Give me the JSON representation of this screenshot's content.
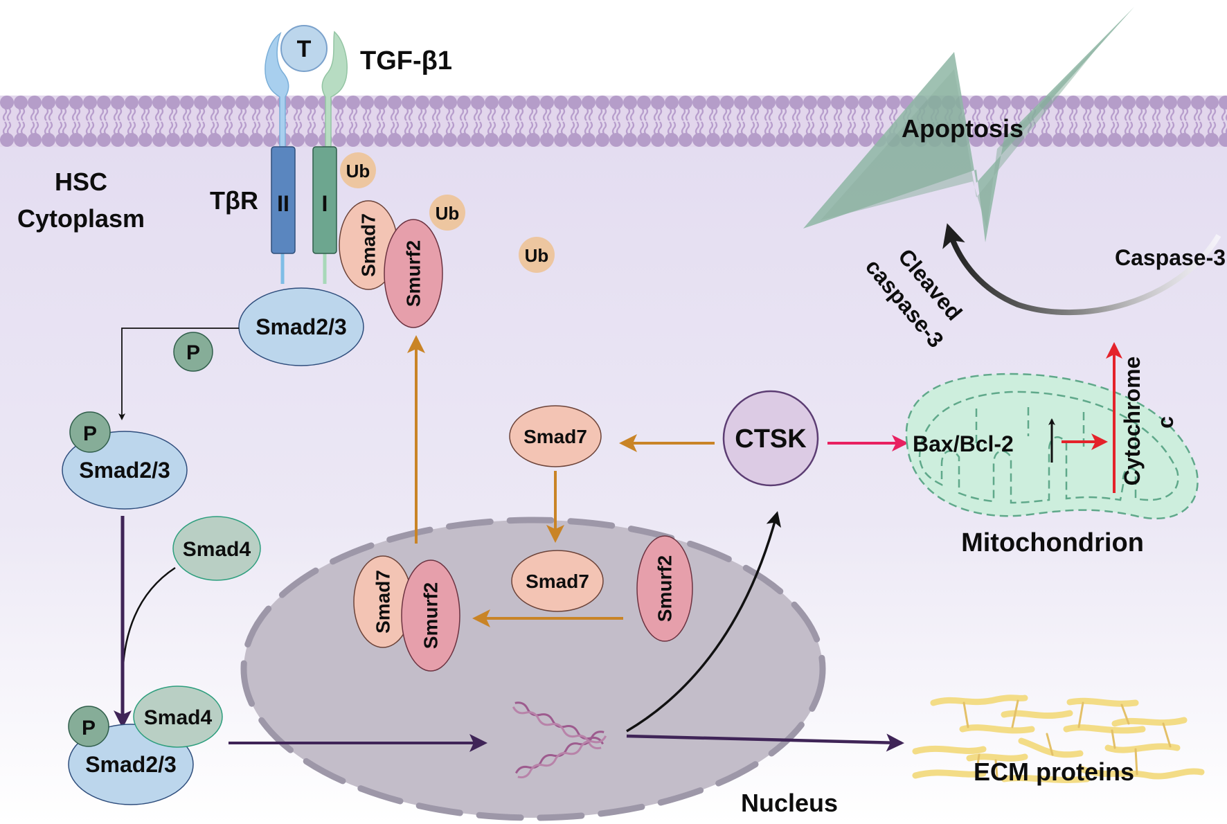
{
  "diagram": {
    "title_ligand": "TGF-β1",
    "ligand_symbol": "T",
    "region_label_line1": "HSC",
    "region_label_line2": "Cytoplasm",
    "receptor_label": "TβR",
    "receptor_type_ii": "II",
    "receptor_type_i": "I",
    "ubiquitin": "Ub",
    "phosphate": "P",
    "smad23": "Smad2/3",
    "smad4": "Smad4",
    "smad7": "Smad7",
    "smurf2": "Smurf2",
    "ctsk": "CTSK",
    "bax_bcl2": "Bax/Bcl-2",
    "cytochrome_line1": "Cytochrome",
    "cytochrome_line2": "c",
    "mitochondrion": "Mitochondrion",
    "apoptosis": "Apoptosis",
    "caspase3": "Caspase-3",
    "cleaved_line1": "Cleaved",
    "cleaved_line2": "caspase-3",
    "nucleus": "Nucleus",
    "ecm": "ECM proteins"
  },
  "colors": {
    "membrane": "#b59dc9",
    "cytoplasm": "#e6e0f2",
    "smad23": "#bcd6ec",
    "smad4": "#b9cfc4",
    "phosphate": "#86ad98",
    "smad7": "#f3c4b4",
    "smurf2": "#e69fab",
    "ub": "#edc6a0",
    "ctsk": "#dccbe4",
    "nucleus": "#c3bdc9",
    "orange_arrow": "#c98426",
    "purple_arrow": "#3f2457",
    "pink_arrow": "#e82060",
    "red_arrow": "#e4222a",
    "mito": "#cdeedd",
    "apoptosis": "#8fb7a5",
    "ecm": "#f3dc86"
  }
}
